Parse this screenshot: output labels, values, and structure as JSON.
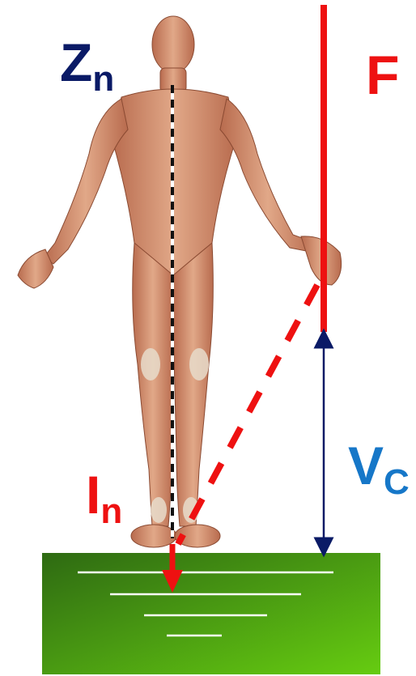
{
  "labels": {
    "zn_main": "Z",
    "zn_sub": "n",
    "f": "F",
    "vc_main": "V",
    "vc_sub": "C",
    "in_main": "I",
    "in_sub": "n"
  },
  "colors": {
    "red": "#ee1111",
    "navy": "#0a1a66",
    "blue": "#1677c8",
    "ground_dark": "#2e6a12",
    "ground_light": "#66cc11",
    "skin": "#d59a78",
    "skin_dark": "#b86b4e",
    "tendon": "#e8dccb"
  },
  "icons": {
    "figure": "human-muscle-figure",
    "ground": "ground-block"
  }
}
